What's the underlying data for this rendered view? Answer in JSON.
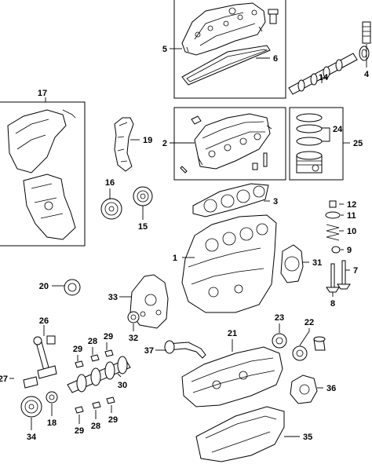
{
  "callouts": [
    {
      "id": "1",
      "text": "1"
    },
    {
      "id": "2",
      "text": "2"
    },
    {
      "id": "3",
      "text": "3"
    },
    {
      "id": "4",
      "text": "4"
    },
    {
      "id": "5",
      "text": "5"
    },
    {
      "id": "6",
      "text": "6"
    },
    {
      "id": "7",
      "text": "7"
    },
    {
      "id": "8",
      "text": "8"
    },
    {
      "id": "9",
      "text": "9"
    },
    {
      "id": "10",
      "text": "10"
    },
    {
      "id": "11",
      "text": "11"
    },
    {
      "id": "12",
      "text": "12"
    },
    {
      "id": "14",
      "text": "14"
    },
    {
      "id": "15",
      "text": "15"
    },
    {
      "id": "16",
      "text": "16"
    },
    {
      "id": "17",
      "text": "17"
    },
    {
      "id": "19",
      "text": "19"
    },
    {
      "id": "20",
      "text": "20"
    },
    {
      "id": "21",
      "text": "21"
    },
    {
      "id": "22",
      "text": "22"
    },
    {
      "id": "23",
      "text": "23"
    },
    {
      "id": "24",
      "text": "24"
    },
    {
      "id": "25",
      "text": "25"
    },
    {
      "id": "26",
      "text": "26"
    },
    {
      "id": "27",
      "text": "27"
    },
    {
      "id": "28a",
      "text": "28"
    },
    {
      "id": "28b",
      "text": "28"
    },
    {
      "id": "29a",
      "text": "29"
    },
    {
      "id": "29b",
      "text": "29"
    },
    {
      "id": "29c",
      "text": "29"
    },
    {
      "id": "29d",
      "text": "29"
    },
    {
      "id": "30",
      "text": "30"
    },
    {
      "id": "31",
      "text": "31"
    },
    {
      "id": "32",
      "text": "32"
    },
    {
      "id": "33",
      "text": "33"
    },
    {
      "id": "34",
      "text": "34"
    },
    {
      "id": "35",
      "text": "35"
    },
    {
      "id": "36",
      "text": "36"
    },
    {
      "id": "37",
      "text": "37"
    },
    {
      "id": "18",
      "text": "18"
    }
  ]
}
